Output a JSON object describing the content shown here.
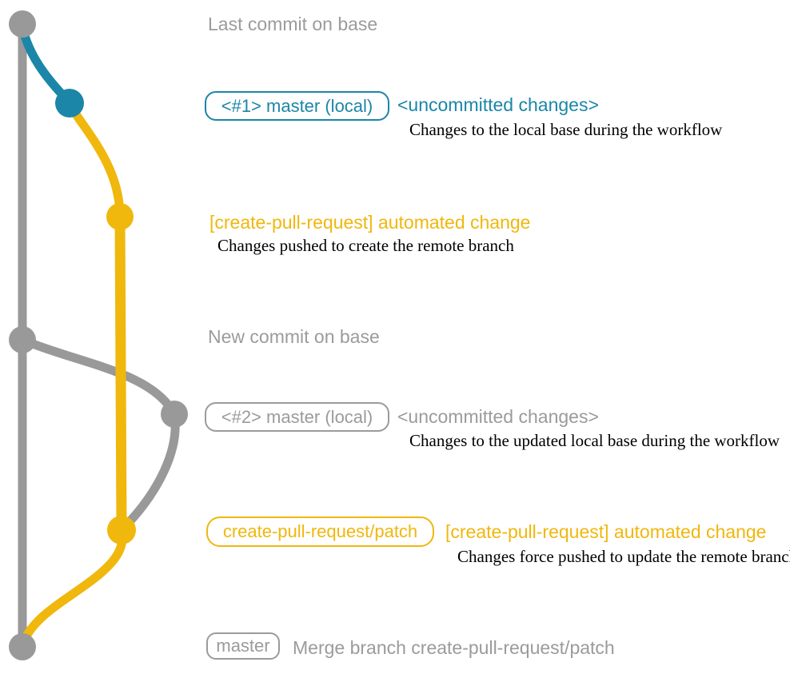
{
  "colors": {
    "base_gray": "#999999",
    "branch_teal": "#1b86a8",
    "branch_yellow": "#f0b70d",
    "label_gray": "#9b9b9b",
    "description_black": "#000000"
  },
  "graph": {
    "commits": [
      {
        "id": "last-commit-on-base",
        "branch": "base",
        "color": "gray"
      },
      {
        "id": "local-master-1",
        "branch": "master (local)",
        "color": "teal"
      },
      {
        "id": "automated-change-1",
        "branch": "create-pull-request/patch",
        "color": "yellow"
      },
      {
        "id": "new-commit-on-base",
        "branch": "base",
        "color": "gray"
      },
      {
        "id": "local-master-2",
        "branch": "master (local)",
        "color": "gray"
      },
      {
        "id": "automated-change-2",
        "branch": "create-pull-request/patch",
        "color": "yellow"
      },
      {
        "id": "merge-commit",
        "branch": "master",
        "color": "gray"
      }
    ]
  },
  "annotations": {
    "last_commit": {
      "label": "Last commit on base"
    },
    "local1": {
      "badge": "<#1> master (local)",
      "title": "<uncommitted changes>",
      "desc": "Changes to the local base during the workflow"
    },
    "auto1": {
      "title": "[create-pull-request] automated change",
      "desc": "Changes pushed to create the remote branch"
    },
    "new_commit": {
      "label": "New commit on base"
    },
    "local2": {
      "badge": "<#2> master (local)",
      "title": "<uncommitted changes>",
      "desc": "Changes to the updated local base during the workflow"
    },
    "auto2": {
      "badge": "create-pull-request/patch",
      "title": "[create-pull-request] automated change",
      "desc": "Changes force pushed to update the remote branch"
    },
    "merge": {
      "badge": "master",
      "label": "Merge branch create-pull-request/patch"
    }
  }
}
